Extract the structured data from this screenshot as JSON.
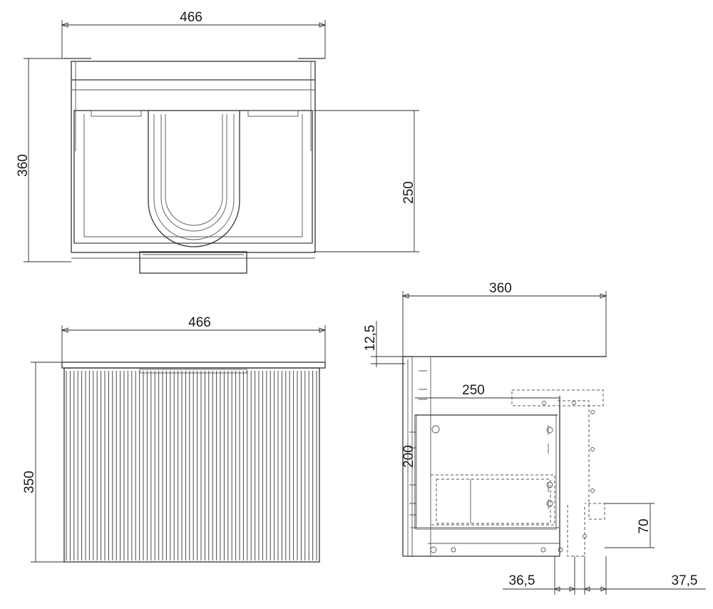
{
  "drawing": {
    "top_view": {
      "width_label": "466",
      "depth_label": "360",
      "inner_depth_label": "250"
    },
    "front_view": {
      "width_label": "466",
      "height_label": "350"
    },
    "side_view": {
      "depth_label": "360",
      "top_offset_label": "12,5",
      "drawer_depth_label": "250",
      "drawer_height_label": "200",
      "bottom_offset_label": "70",
      "wall_gap_left_label": "36,5",
      "wall_gap_right_label": "37,5"
    }
  }
}
